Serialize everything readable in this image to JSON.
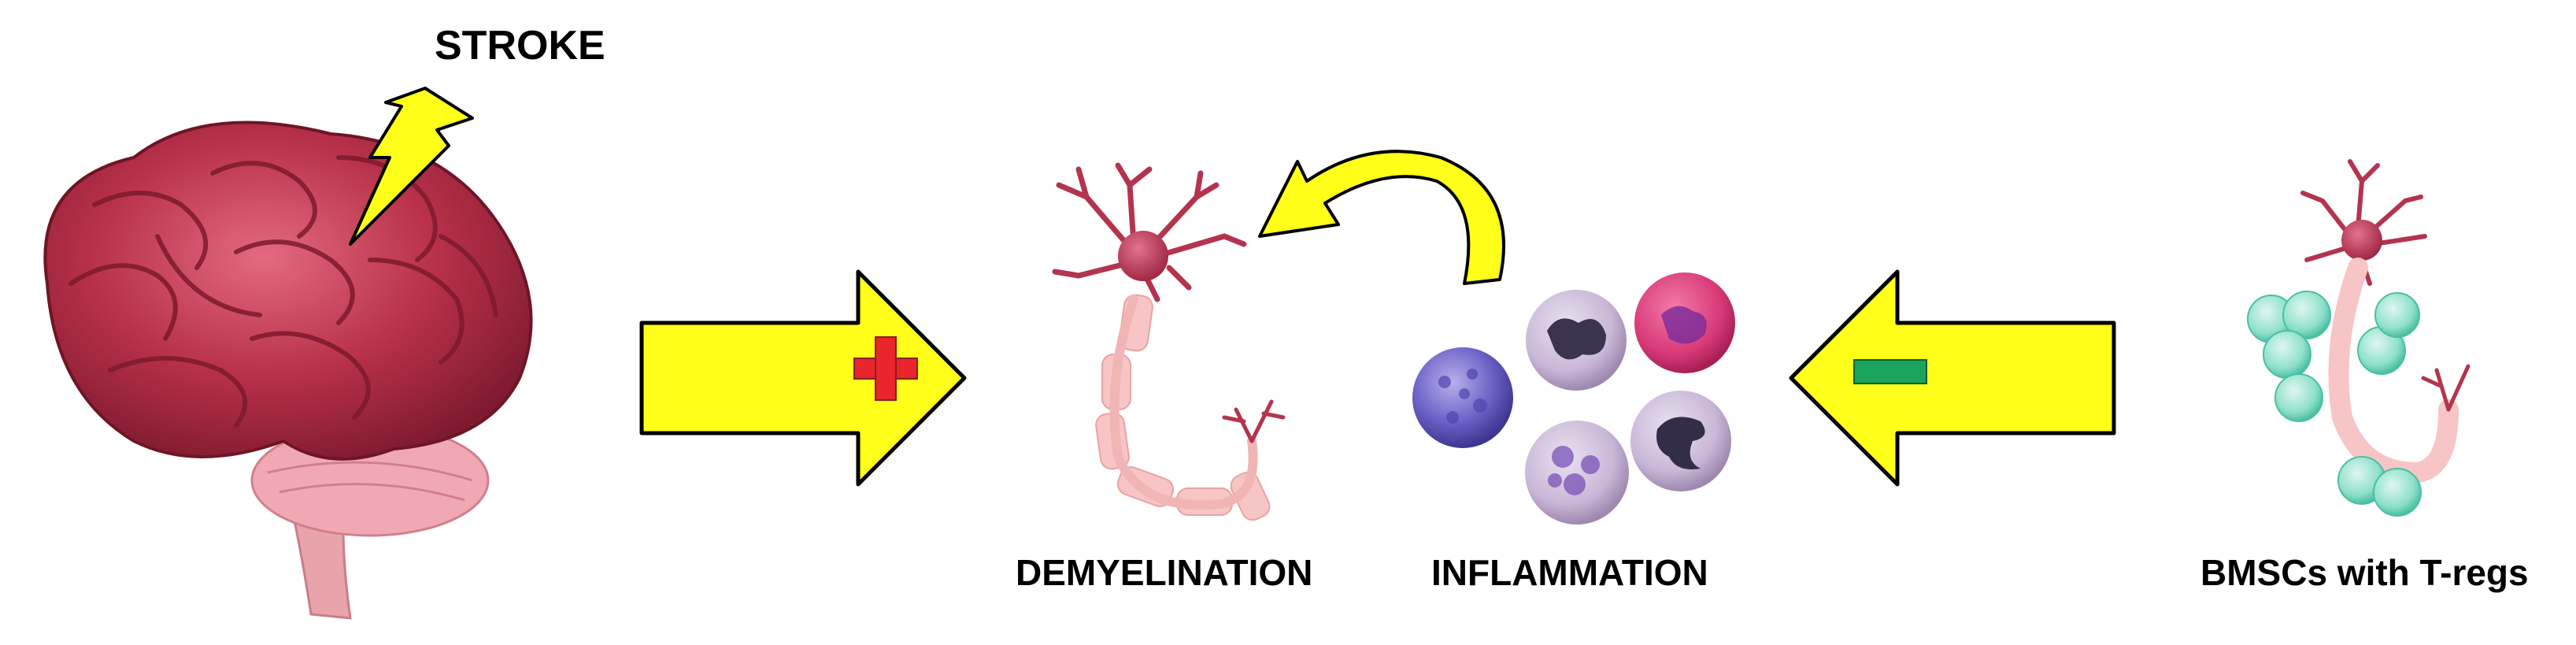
{
  "labels": {
    "stroke": "STROKE",
    "demyelination": "DEMYELINATION",
    "inflammation": "INFLAMMATION",
    "bmscs": "BMSCs with T-regs"
  },
  "colors": {
    "arrow_fill": "#ffff1a",
    "arrow_stroke": "#000000",
    "plus": "#e8262c",
    "minus": "#1aa35a",
    "brain": "#b8304a",
    "neuron": "#b3344f",
    "myelin": "#f7c5c5",
    "msc_cell": "#7fd9c3"
  },
  "icons": [
    "brain-icon",
    "lightning-bolt-icon",
    "neuron-icon",
    "curved-arrow-icon",
    "plus-icon",
    "minus-icon",
    "immune-cell-icon",
    "stem-cell-icon"
  ]
}
